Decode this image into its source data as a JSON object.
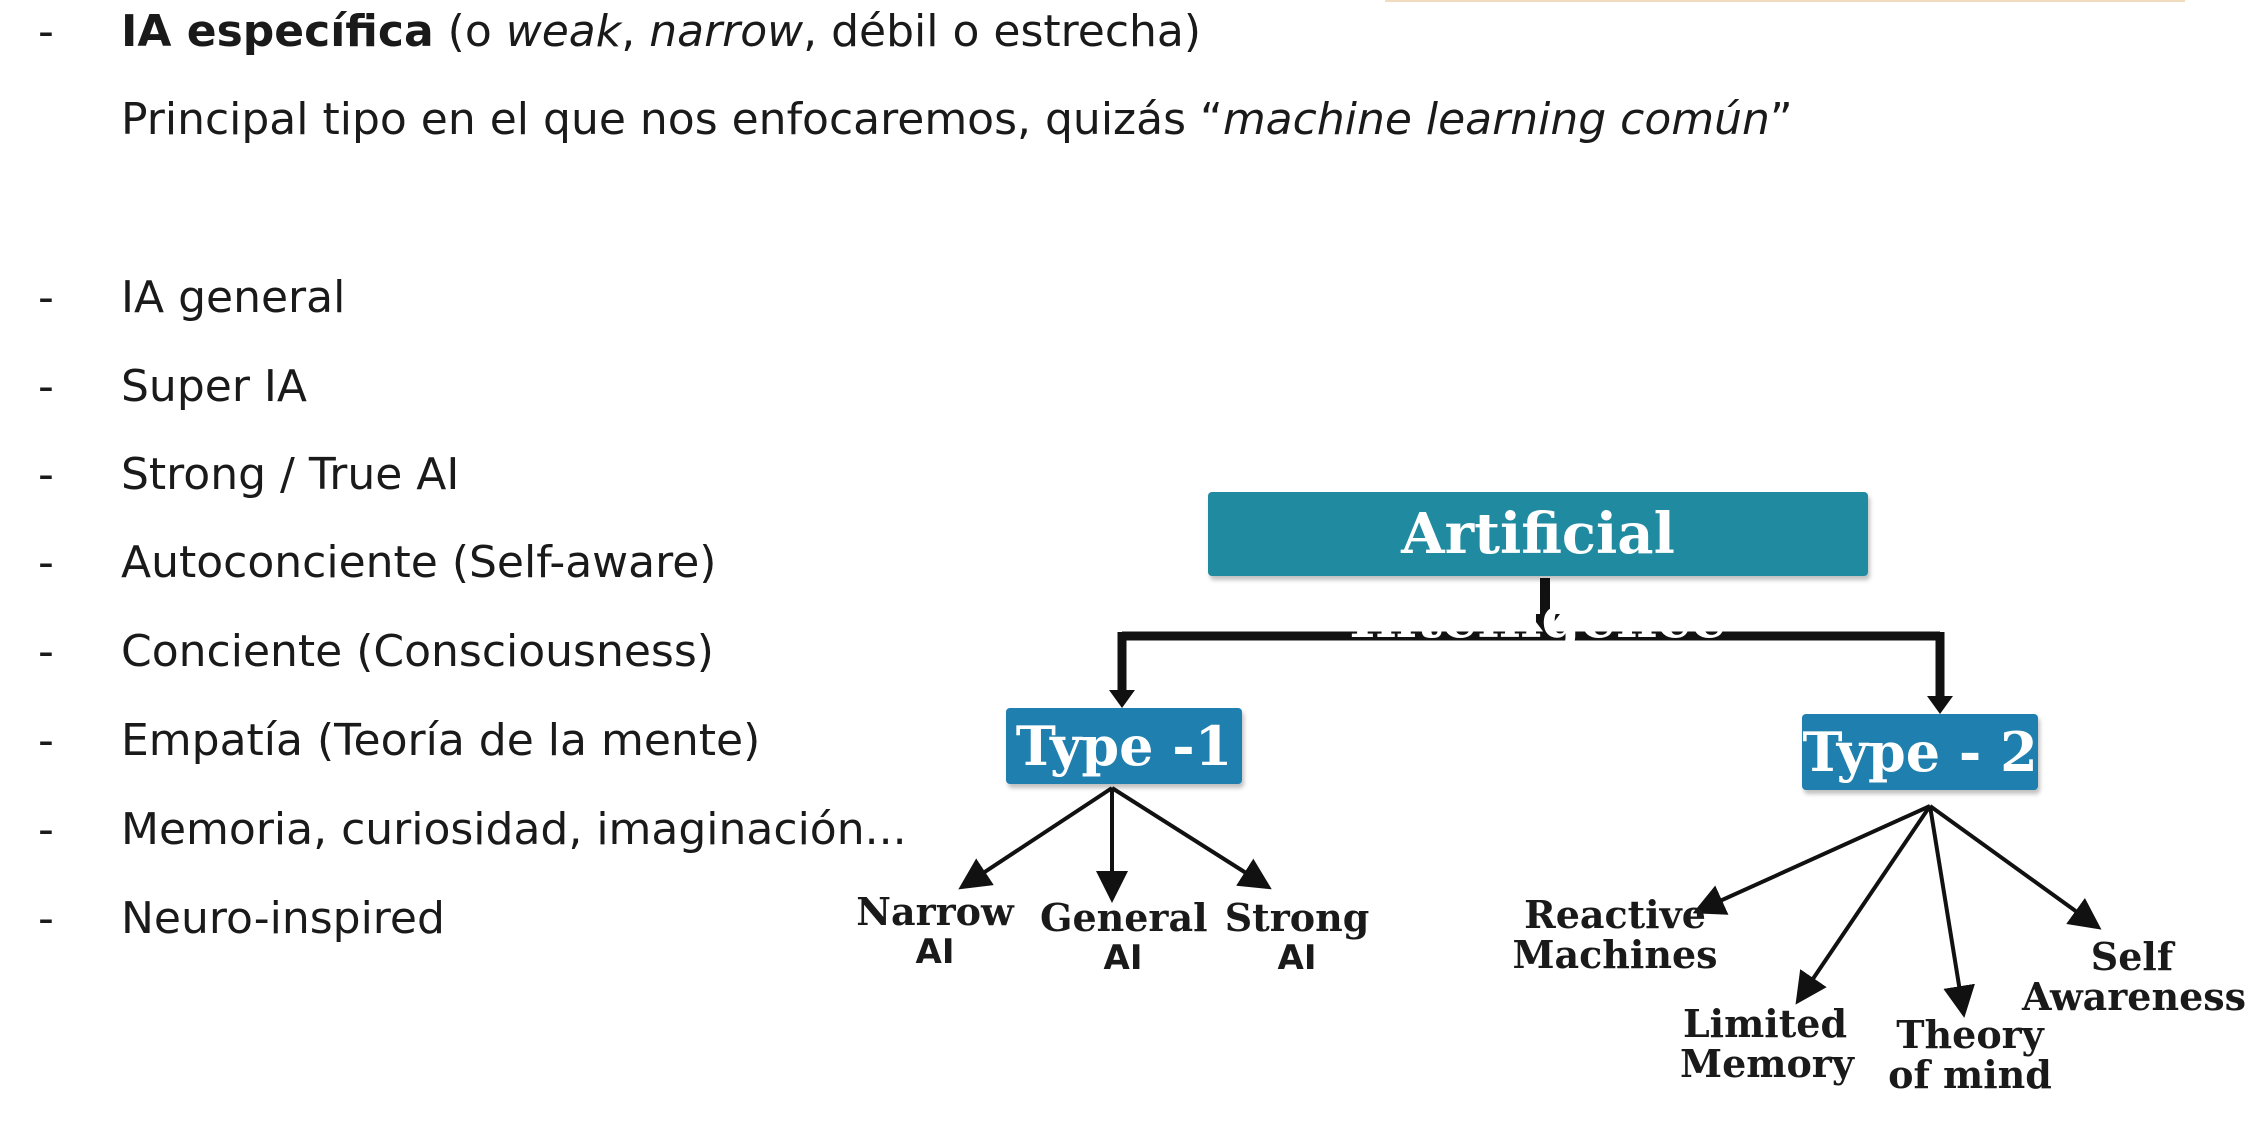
{
  "bullets": {
    "dash": "-",
    "first": {
      "bold": "IA específica",
      "p1": " (o ",
      "weak": "weak",
      "p2": ", ",
      "narrow": "narrow",
      "p3": ", débil o estrecha)"
    },
    "subline": {
      "prefix": "Principal tipo en el que nos enfocaremos, quizás “",
      "italic": "machine learning común",
      "suffix": "”"
    },
    "items": [
      "IA general",
      "Super IA",
      "Strong / True AI",
      "Autoconciente (Self-aware)",
      "Conciente (Consciousness)",
      "Empatía (Teoría de la mente)",
      "Memoria, curiosidad, imaginación...",
      "Neuro-inspired"
    ]
  },
  "diagram": {
    "root": "Artificial Intelligence",
    "type1": "Type -1",
    "type2": "Type - 2",
    "type1_children": [
      {
        "line1": "Narrow",
        "line2": "AI"
      },
      {
        "line1": "General",
        "line2": "AI"
      },
      {
        "line1": "Strong",
        "line2": "AI"
      }
    ],
    "type2_children": [
      {
        "line1": "Reactive",
        "line2": "Machines"
      },
      {
        "line1": "Limited",
        "line2": "Memory"
      },
      {
        "line1": "Theory",
        "line2": "of mind"
      },
      {
        "line1": "Self",
        "line2": "Awareness"
      }
    ],
    "colors": {
      "box": "#1f7fae",
      "root_box": "#208aa0",
      "text": "#ffffff",
      "arrow": "#111111"
    }
  }
}
